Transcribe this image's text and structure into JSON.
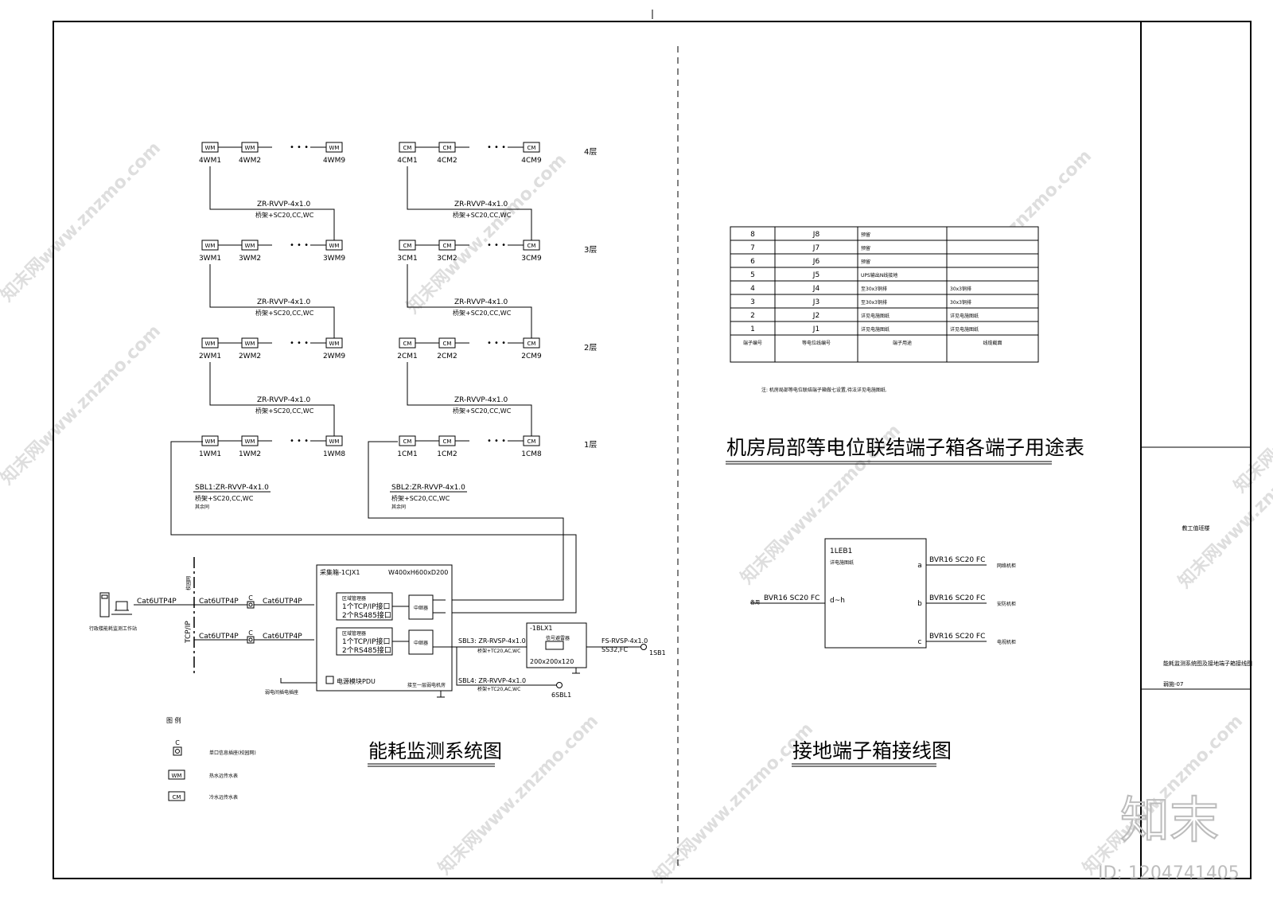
{
  "watermark": {
    "site": "知末网www.znzmo.com",
    "brand": "知末",
    "id": "ID: 1204741405"
  },
  "energy_diagram": {
    "title": "能耗监测系统图",
    "floors": [
      "4层",
      "3层",
      "2层",
      "1层"
    ],
    "wm_label": "WM",
    "cm_label": "CM",
    "dots": "• • •",
    "wm_rows": [
      [
        "4WM1",
        "4WM2",
        "4WM9"
      ],
      [
        "3WM1",
        "3WM2",
        "3WM9"
      ],
      [
        "2WM1",
        "2WM2",
        "2WM9"
      ],
      [
        "1WM1",
        "1WM2",
        "1WM8"
      ]
    ],
    "cm_rows": [
      [
        "4CM1",
        "4CM2",
        "4CM9"
      ],
      [
        "3CM1",
        "3CM2",
        "3CM9"
      ],
      [
        "2CM1",
        "2CM2",
        "2CM9"
      ],
      [
        "1CM1",
        "1CM2",
        "1CM8"
      ]
    ],
    "cable": "ZR-RVVP-4x1.0",
    "cable_route": "桥架+SC20,CC,WC",
    "sbl1": "SBL1:ZR-RVVP-4x1.0",
    "sbl2": "SBL2:ZR-RVVP-4x1.0",
    "sbl_route": "桥架+SC20,CC,WC",
    "sbl_note": "其余同",
    "workstation": "行政楼能耗监测工作站",
    "cat6": "Cat6UTP4P",
    "c_label": "C",
    "campus_net": "校园网",
    "tcpip": "TCP/IP",
    "collector_title": "采集箱-1CJX1",
    "collector_size": "W400xH600xD200",
    "manager_lines": [
      "区域管理器",
      "1个TCP/IP接口",
      "2个RS485接口"
    ],
    "repeater": "中继器",
    "pdu": "电源模块PDU",
    "power_in": "弱电间插电插座",
    "to_floor": "接至一层弱电机房",
    "sbl3": "SBL3: ZR-RVSP-4x1.0",
    "sbl3_route": "桥架+TC20,AC,WC",
    "sbl4": "SBL4: ZR-RVVP-4x1.0",
    "sbl4_route": "桥架+TC20,AC,WC",
    "blx": "-1BLX1",
    "blx_inner": "信号避雷器",
    "blx_size": "200x200x120",
    "fs_cable": "FS-RVSP-4x1.0",
    "fs_route": "SS32,FC",
    "sb1": "1SB1",
    "sb6": "6SBL1",
    "legend_title": "图  例",
    "legend": [
      {
        "sym": "C",
        "text": "单口信息插座(校园网)"
      },
      {
        "sym": "WM",
        "text": "热水远传水表"
      },
      {
        "sym": "CM",
        "text": "冷水远传水表"
      }
    ]
  },
  "terminal_table": {
    "title": "机房局部等电位联结端子箱各端子用途表",
    "rows": [
      [
        "8",
        "J8",
        "预留",
        ""
      ],
      [
        "7",
        "J7",
        "预留",
        ""
      ],
      [
        "6",
        "J6",
        "预留",
        ""
      ],
      [
        "5",
        "J5",
        "UPS输出N线接地",
        ""
      ],
      [
        "4",
        "J4",
        "至30x3铜排",
        "30x3铜排"
      ],
      [
        "3",
        "J3",
        "至30x3铜排",
        "30x3铜排"
      ],
      [
        "2",
        "J2",
        "详见电施图纸",
        "详见电施图纸"
      ],
      [
        "1",
        "J1",
        "详见电施图纸",
        "详见电施图纸"
      ]
    ],
    "header": [
      "端子编号",
      "等电位线编号",
      "端子用途",
      "线缆截面"
    ],
    "note": "注: 机房局部等电位联结端子箱做七设置,待法详见电施图纸."
  },
  "ground_diagram": {
    "title": "接地端子箱接线图",
    "box_id": "1LEB1",
    "box_note": "详电施图纸",
    "in_port": "d~h",
    "in_cable": "BVR16 SC20 FC",
    "in_label": "备用",
    "ports": [
      {
        "port": "a",
        "cable": "BVR16 SC20 FC",
        "dest": "网络机柜"
      },
      {
        "port": "b",
        "cable": "BVR16 SC20 FC",
        "dest": "安防机柜"
      },
      {
        "port": "c",
        "cable": "BVR16 SC20 FC",
        "dest": "电视机柜"
      }
    ]
  },
  "title_block": {
    "project": "教工值班楼",
    "drawing_name": "能耗监测系统图及接地端子箱接线图",
    "drawing_no": "弱施-07"
  }
}
